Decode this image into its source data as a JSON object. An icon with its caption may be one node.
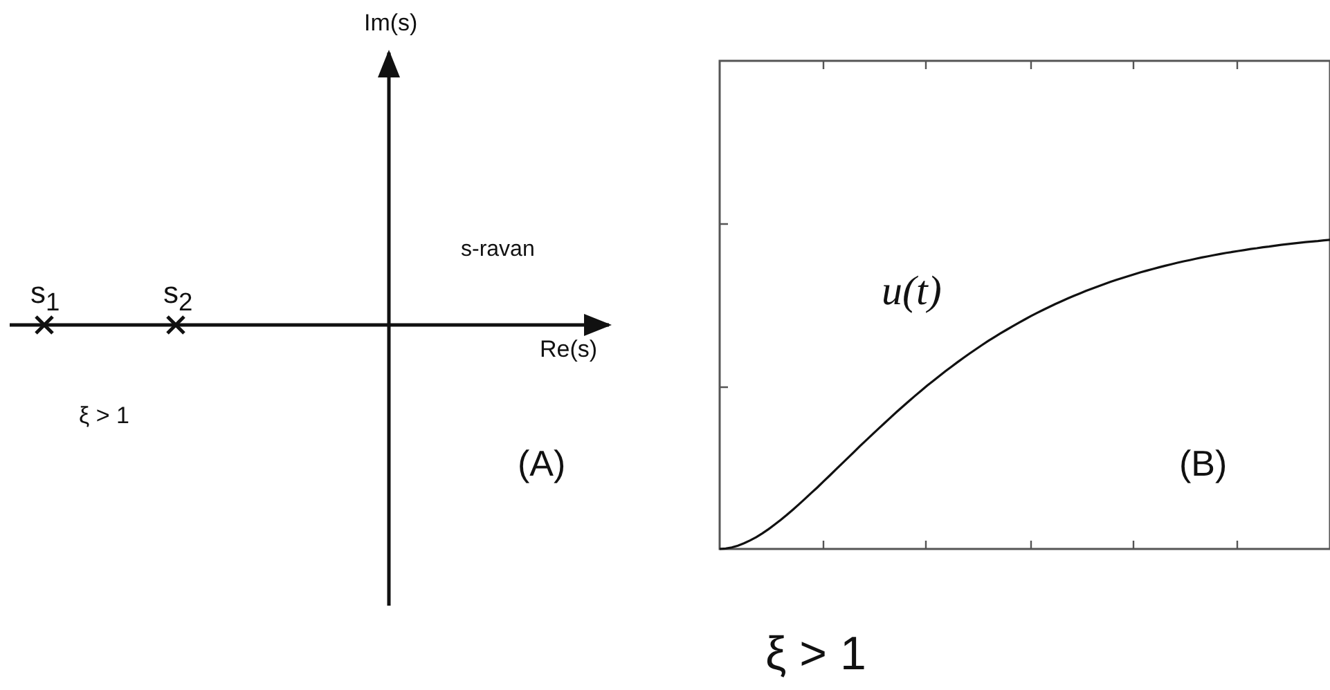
{
  "diagram": {
    "caption": "ξ  > 1",
    "labels": [
      "Im(s)",
      "s-ravan",
      "s$_{1}$",
      "s$_{2}$",
      "Re(s)",
      "ξ  > 1",
      "(A)",
      "u(t)",
      "(B)"
    ]
  }
}
